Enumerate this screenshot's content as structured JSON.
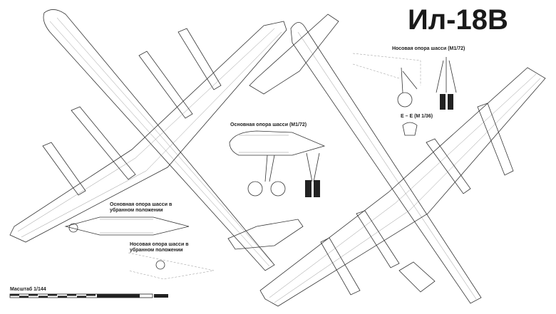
{
  "title": "Ил-18В",
  "labels": {
    "nose_gear": "Носовая опора шасси (М1/72)",
    "section_ee": "Е – Е (М 1/36)",
    "main_gear": "Основная опора шасси (М1/72)",
    "main_gear_retracted_1": "Основная опора шасси в",
    "main_gear_retracted_2": "убранном положении",
    "nose_gear_retracted_1": "Носовая опора шасси в",
    "nose_gear_retracted_2": "убранном положении",
    "scale": "Масштаб 1/144"
  }
}
